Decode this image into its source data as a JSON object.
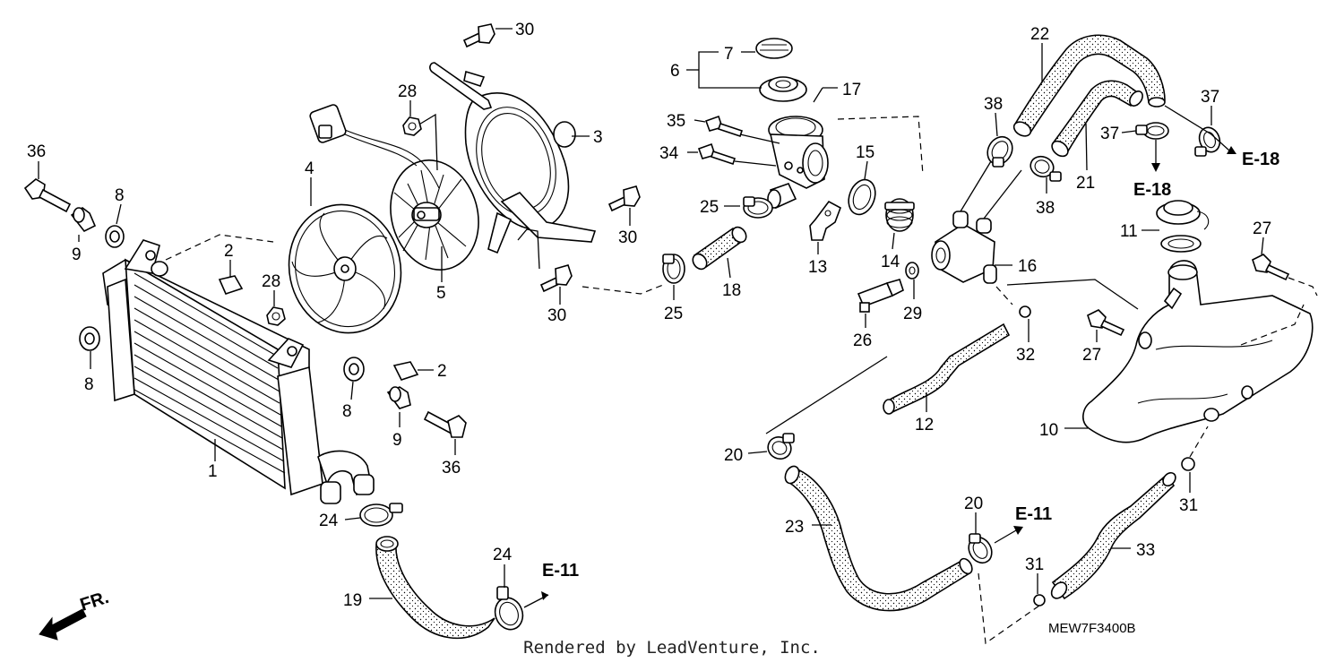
{
  "callouts": {
    "c1": "1",
    "c2a": "2",
    "c2b": "2",
    "c3": "3",
    "c4": "4",
    "c5": "5",
    "c6": "6",
    "c7": "7",
    "c8a": "8",
    "c8b": "8",
    "c8c": "8",
    "c9a": "9",
    "c9b": "9",
    "c10": "10",
    "c11": "11",
    "c12": "12",
    "c13": "13",
    "c14": "14",
    "c15": "15",
    "c16": "16",
    "c17": "17",
    "c18": "18",
    "c19": "19",
    "c20a": "20",
    "c20b": "20",
    "c21": "21",
    "c22": "22",
    "c23": "23",
    "c24a": "24",
    "c24b": "24",
    "c25a": "25",
    "c25b": "25",
    "c26": "26",
    "c27a": "27",
    "c27b": "27",
    "c28a": "28",
    "c28b": "28",
    "c29": "29",
    "c30a": "30",
    "c30b": "30",
    "c30c": "30",
    "c31a": "31",
    "c31b": "31",
    "c32": "32",
    "c33": "33",
    "c34": "34",
    "c35": "35",
    "c36a": "36",
    "c36b": "36",
    "c37a": "37",
    "c37b": "37",
    "c38a": "38",
    "c38b": "38"
  },
  "references": {
    "e18_right": "E-18",
    "e18_below": "E-18",
    "e11_top": "E-11",
    "e11_bottom": "E-11"
  },
  "front_marker": "FR.",
  "diagram_code": "MEW7F3400B",
  "footer": "Rendered by LeadVenture, Inc."
}
